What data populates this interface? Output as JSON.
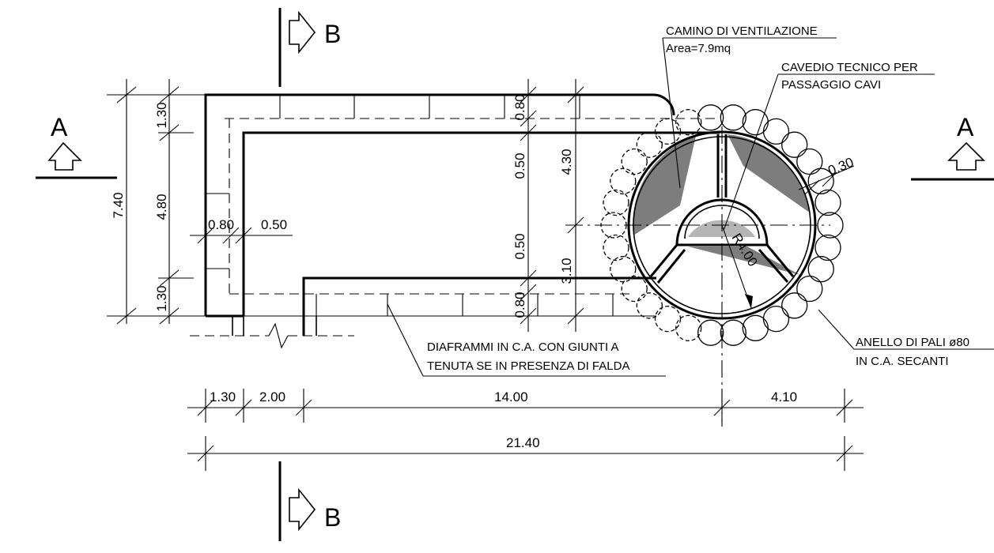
{
  "section_markers": {
    "a": "A",
    "b": "B"
  },
  "dimensions": {
    "left_total": "7.40",
    "left_top": "1.30",
    "left_mid": "4.80",
    "left_bottom": "1.30",
    "wall_outer": "0.80",
    "wall_inner": "0.50",
    "mid_top_wall": "0.80",
    "mid_gap_top": "0.50",
    "mid_gap_bottom": "0.50",
    "mid_bottom_wall": "0.80",
    "shaft_upper": "4.30",
    "shaft_lower": "3.10",
    "ring_thickness": "0.30",
    "radius": "R4.00",
    "bottom_1": "1.30",
    "bottom_2": "2.00",
    "bottom_3": "14.00",
    "bottom_4": "4.10",
    "bottom_total": "21.40"
  },
  "notes": {
    "camino_title": "CAMINO DI VENTILAZIONE",
    "camino_area": "Area=7.9mq",
    "cavedio_line1": "CAVEDIO TECNICO PER",
    "cavedio_line2": "PASSAGGIO CAVI",
    "diaframmi_line1": "DIAFRAMMI IN C.A. CON GIUNTI A",
    "diaframmi_line2": "TENUTA SE IN PRESENZA DI FALDA",
    "anello_line1": "ANELLO DI PALI ø80",
    "anello_line2": "IN C.A. SECANTI"
  }
}
